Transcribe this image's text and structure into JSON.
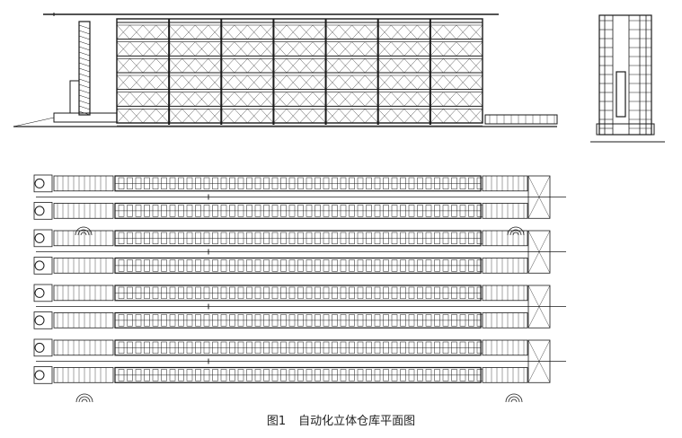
{
  "figure": {
    "number": "图1",
    "title": "自动化立体仓库平面图"
  },
  "colors": {
    "line": "#1a1a1a",
    "background": "#ffffff"
  },
  "views": {
    "elevation_bays": 7,
    "elevation_levels": 6,
    "plan_aisles": 4,
    "rows_per_aisle": 2
  }
}
